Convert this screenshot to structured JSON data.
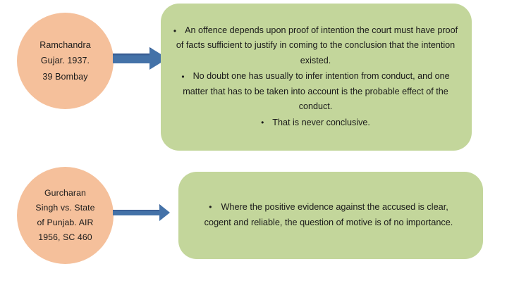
{
  "diagram": {
    "type": "case-law-flow-diagram",
    "background_color": "#ffffff",
    "colors": {
      "circle_fill": "#f5c09b",
      "box_fill": "#c3d69b",
      "arrow_fill": "#4472a8",
      "arrow_shadow": "#35588f",
      "text": "#1a1a1a"
    },
    "rows": [
      {
        "id": "row-1",
        "case_citation": {
          "lines": [
            "Ramchandra",
            "Gujar. 1937.",
            "39 Bombay"
          ]
        },
        "arrow": {
          "label": "leads-to"
        },
        "points": [
          "An offence depends upon proof of intention the court must have proof of facts sufficient to justify in coming to the conclusion that the intention existed.",
          "No doubt one has usually to infer intention from conduct, and one matter that has to be taken into account is the probable effect of the conduct.",
          "That is never conclusive."
        ]
      },
      {
        "id": "row-2",
        "case_citation": {
          "lines": [
            "Gurcharan",
            "Singh vs. State",
            "of Punjab. AIR",
            "1956,  SC 460"
          ]
        },
        "arrow": {
          "label": "leads-to"
        },
        "points": [
          "Where the positive evidence against the accused is clear, cogent and reliable, the question of motive is of no importance."
        ]
      }
    ],
    "bullet_glyph": "•"
  }
}
